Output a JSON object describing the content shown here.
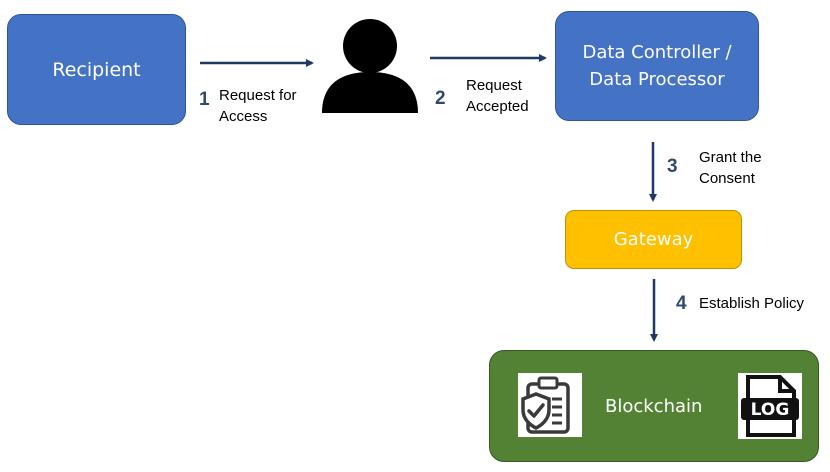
{
  "nodes": {
    "recipient": "Recipient",
    "controller_line1": "Data Controller /",
    "controller_line2": "Data Processor",
    "gateway": "Gateway",
    "blockchain": "Blockchain",
    "log_icon_text": "LOG"
  },
  "steps": [
    {
      "number": "1",
      "line1": "Request for",
      "line2": "Access"
    },
    {
      "number": "2",
      "line1": "Request",
      "line2": "Accepted"
    },
    {
      "number": "3",
      "line1": "Grant the",
      "line2": "Consent"
    },
    {
      "number": "4",
      "line1": "Establish Policy",
      "line2": ""
    }
  ],
  "colors": {
    "blue_box": "#4472C4",
    "gateway": "#FFC000",
    "blockchain": "#548235",
    "arrow": "#1F3864"
  },
  "icons": [
    "person-icon",
    "clipboard-shield-icon",
    "log-file-icon"
  ]
}
